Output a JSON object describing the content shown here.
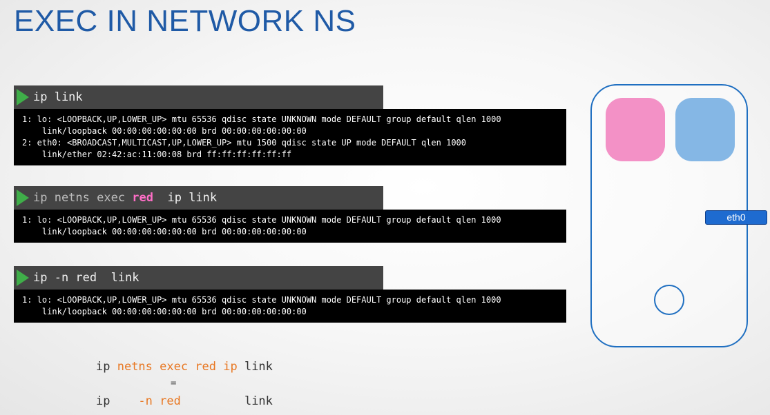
{
  "title": "EXEC IN NETWORK NS",
  "blocks": [
    {
      "command": {
        "plain": "ip link"
      },
      "output": "1: lo: <LOOPBACK,UP,LOWER_UP> mtu 65536 qdisc state UNKNOWN mode DEFAULT group default qlen 1000\n    link/loopback 00:00:00:00:00:00 brd 00:00:00:00:00:00\n2: eth0: <BROADCAST,MULTICAST,UP,LOWER_UP> mtu 1500 qdisc state UP mode DEFAULT qlen 1000\n    link/ether 02:42:ac:11:00:08 brd ff:ff:ff:ff:ff:ff"
    },
    {
      "command": {
        "prefix": "ip netns exec ",
        "ns": "red",
        "suffix": "  ip link"
      },
      "output": "1: lo: <LOOPBACK,UP,LOWER_UP> mtu 65536 qdisc state UNKNOWN mode DEFAULT group default qlen 1000\n    link/loopback 00:00:00:00:00:00 brd 00:00:00:00:00:00"
    },
    {
      "command": {
        "plain": "ip -n red  link"
      },
      "output": "1: lo: <LOOPBACK,UP,LOWER_UP> mtu 65536 qdisc state UNKNOWN mode DEFAULT group default qlen 1000\n    link/loopback 00:00:00:00:00:00 brd 00:00:00:00:00:00"
    }
  ],
  "equivalence": {
    "line1": {
      "a": "ip ",
      "b": "netns exec red ip",
      "c": " link"
    },
    "equals": "=",
    "line2": {
      "a": "ip    ",
      "b": "-n red",
      "c": "         link"
    }
  },
  "diagram": {
    "interface_label": "eth0",
    "colors": {
      "host_border": "#1f6fc1",
      "ns_red": "#f391c6",
      "ns_blue": "#85b7e5",
      "interface": "#1e6bd0"
    }
  }
}
